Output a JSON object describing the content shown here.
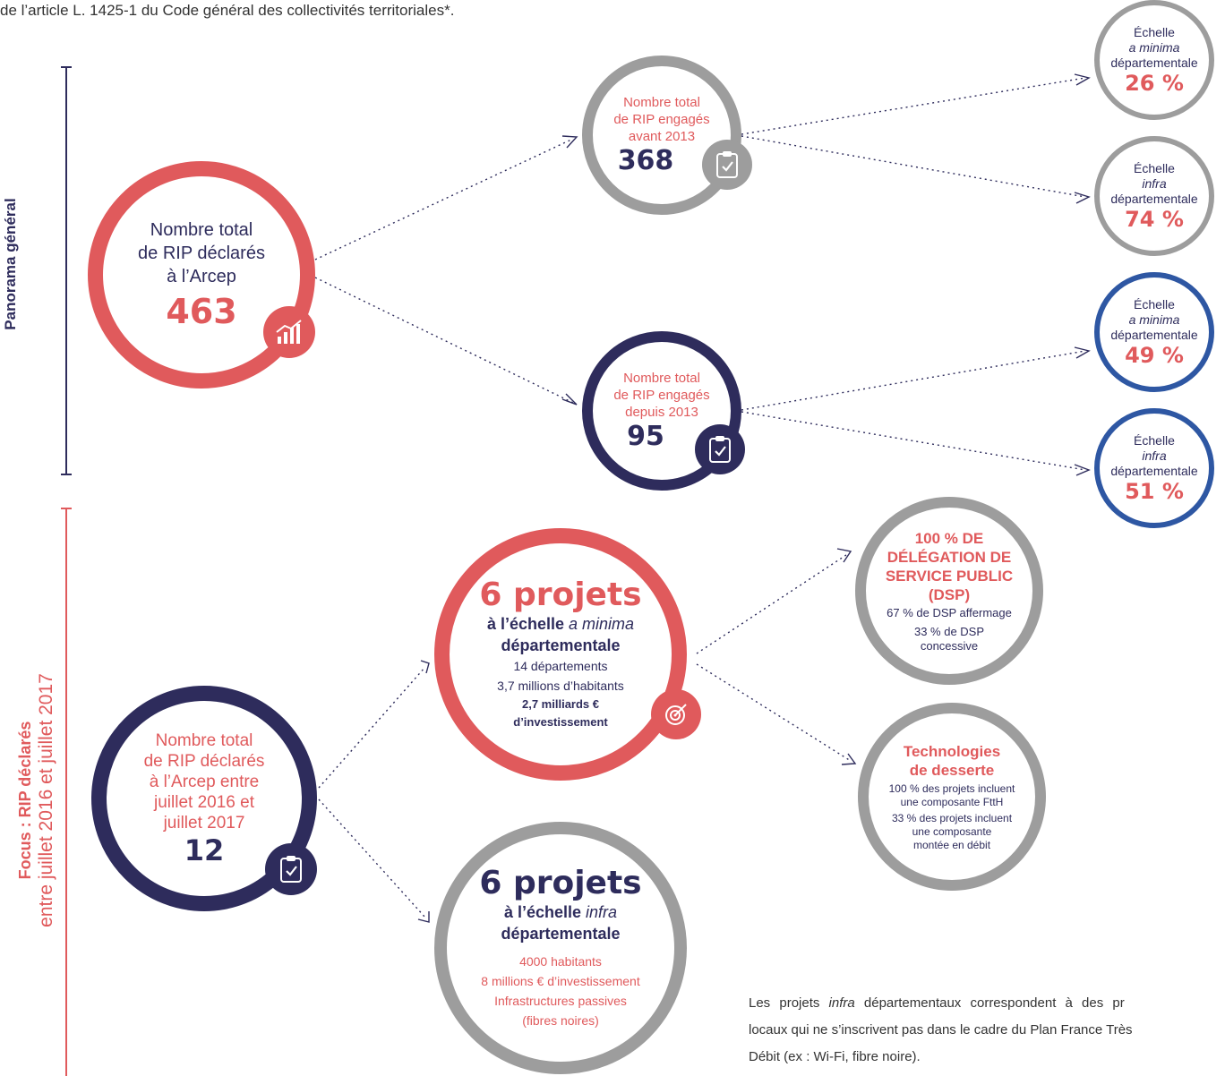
{
  "intro": "de l’article L. 1425-1 du Code général des collectivités territoriales*.",
  "sections": {
    "panorama": "Panorama général",
    "focus_title": "Focus : RIP déclarés",
    "focus_sub": "entre juillet 2016 et juillet 2017"
  },
  "total": {
    "l1": "Nombre total",
    "l2": "de RIP déclarés",
    "l3": "à l’Arcep",
    "value": "463"
  },
  "before": {
    "l1": "Nombre total",
    "l2": "de RIP engagés",
    "l3": "avant 2013",
    "value": "368"
  },
  "since": {
    "l1": "Nombre total",
    "l2": "de RIP engagés",
    "l3": "depuis 2013",
    "value": "95"
  },
  "scales": [
    {
      "l1": "Échelle",
      "l2": "a minima",
      "l3": "départementale",
      "value": "26 %"
    },
    {
      "l1": "Échelle",
      "l2": "infra",
      "l3": "départementale",
      "value": "74 %"
    },
    {
      "l1": "Échelle",
      "l2": "a minima",
      "l3": "départementale",
      "value": "49 %"
    },
    {
      "l1": "Échelle",
      "l2": "infra",
      "l3": "départementale",
      "value": "51 %"
    }
  ],
  "focus_total": {
    "l1": "Nombre total",
    "l2": "de RIP déclarés",
    "l3": "à l’Arcep entre",
    "l4": "juillet 2016 et",
    "l5": "juillet 2017",
    "value": "12"
  },
  "minima": {
    "title": "6 projets",
    "sub1_a": "à l’échelle ",
    "sub1_b": "a minima",
    "sub2": "départementale",
    "d1": "14 départements",
    "d2": "3,7 millions d’habitants",
    "d3": "2,7 milliards €",
    "d4": "d’investissement"
  },
  "infra": {
    "title": "6 projets",
    "sub1_a": "à l’échelle ",
    "sub1_b": "infra",
    "sub2": "départementale",
    "d1": "4000 habitants",
    "d2": "8 millions € d’investissement",
    "d3": "Infrastructures passives",
    "d4": "(fibres noires)"
  },
  "dsp": {
    "t1": "100 % DE",
    "t2": "DÉLÉGATION DE",
    "t3": "SERVICE PUBLIC",
    "t4": "(DSP)",
    "d1": "67 % de DSP affermage",
    "d2": "33 % de DSP",
    "d3": "concessive"
  },
  "tech": {
    "t1": "Technologies",
    "t2": "de desserte",
    "d1": "100 % des projets incluent",
    "d2": "une composante FttH",
    "d3": "33 % des projets incluent",
    "d4": "une composante",
    "d5": "montée en débit"
  },
  "footnote": {
    "l1": "Les projets ",
    "l1_em": "infra",
    "l1_rest": " départementaux correspondent à des pr",
    "l2": "locaux qui ne s’inscrivent pas dans le cadre du Plan France Très",
    "l3": "Débit (ex : Wi-Fi, fibre noire)."
  }
}
